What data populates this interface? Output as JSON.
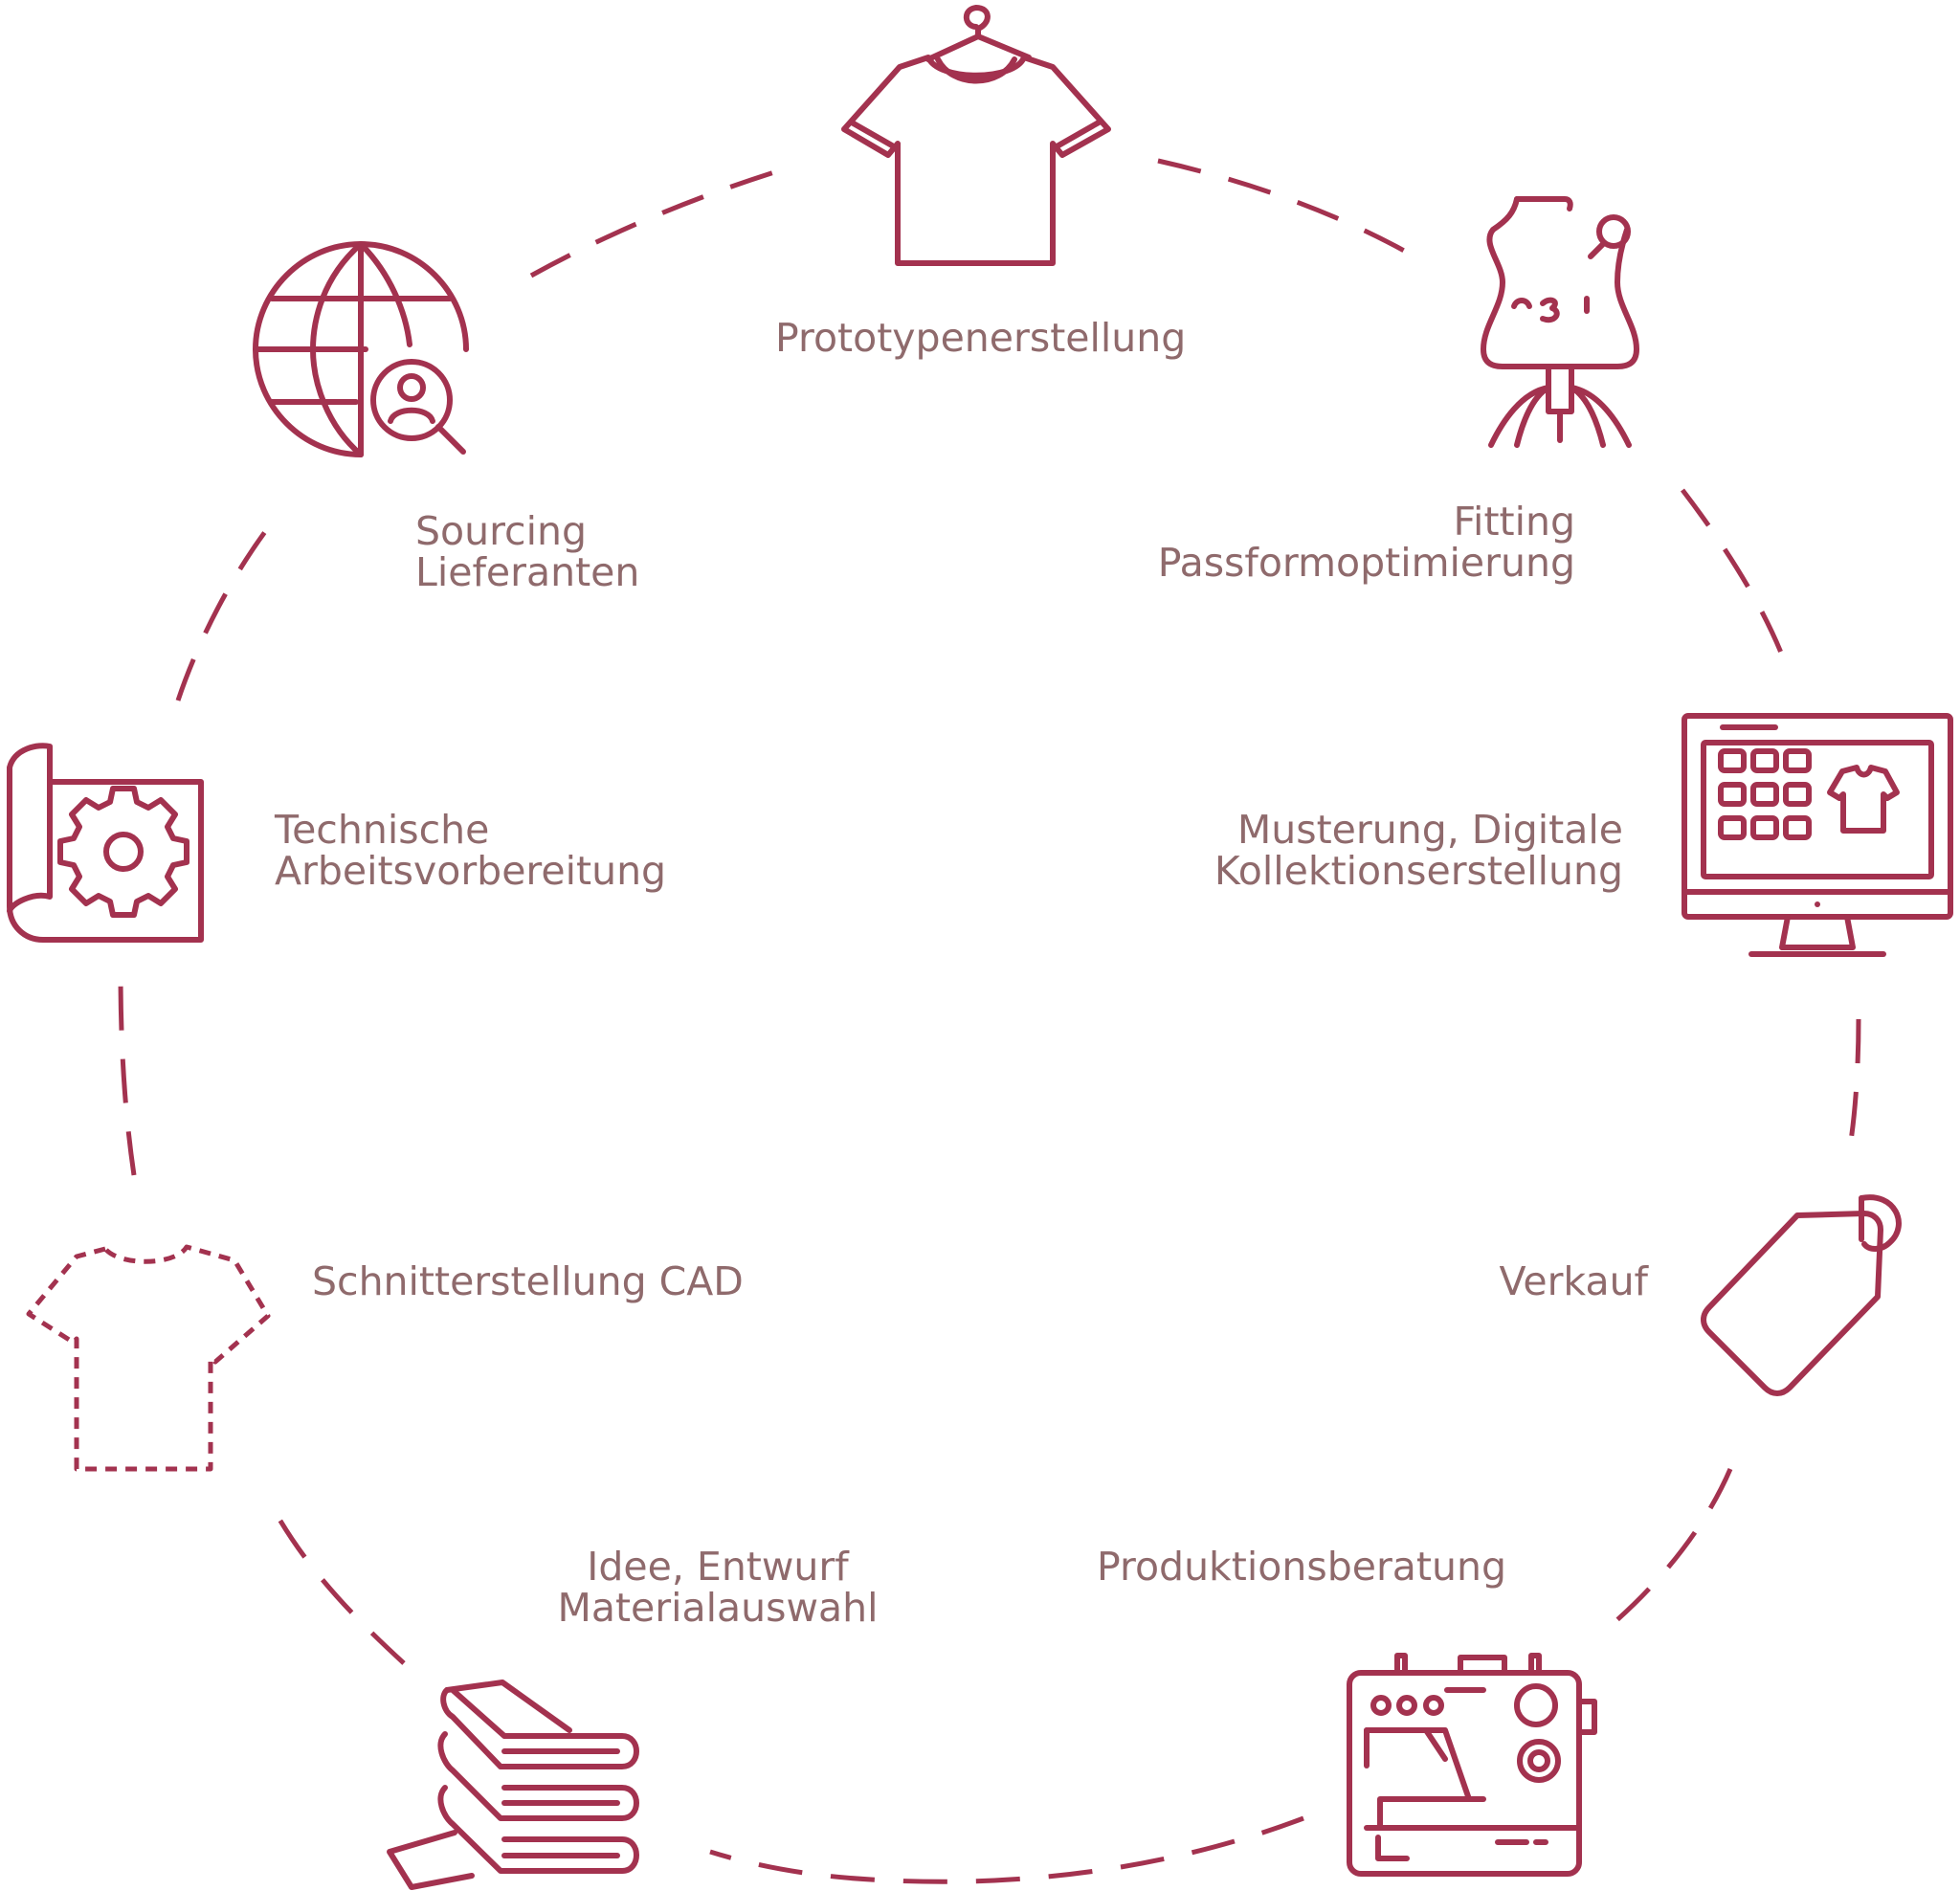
{
  "diagram": {
    "stroke_color": "#a3324f",
    "text_color": "#8f6a6c",
    "steps": [
      {
        "id": "prototyping",
        "icon": "tshirt-hanger-icon",
        "lines": [
          "Prototypenerstellung"
        ]
      },
      {
        "id": "fitting",
        "icon": "dress-form-icon",
        "lines": [
          "Fitting",
          "Passformoptimierung"
        ]
      },
      {
        "id": "sampling",
        "icon": "monitor-collection-icon",
        "lines": [
          "Musterung, Digitale",
          "Kollektionserstellung"
        ]
      },
      {
        "id": "sales",
        "icon": "price-tag-icon",
        "lines": [
          "Verkauf"
        ]
      },
      {
        "id": "production",
        "icon": "sewing-machine-icon",
        "lines": [
          "Produktionsberatung"
        ]
      },
      {
        "id": "idea",
        "icon": "fabric-stack-icon",
        "lines": [
          "Idee, Entwurf",
          "Materialauswahl"
        ]
      },
      {
        "id": "pattern",
        "icon": "dashed-tshirt-icon",
        "lines": [
          "Schnitterstellung CAD"
        ]
      },
      {
        "id": "technical",
        "icon": "blueprint-gear-icon",
        "lines": [
          "Technische",
          "Arbeitsvorbereitung"
        ]
      },
      {
        "id": "sourcing",
        "icon": "globe-search-icon",
        "lines": [
          "Sourcing",
          "Lieferanten"
        ]
      }
    ]
  }
}
